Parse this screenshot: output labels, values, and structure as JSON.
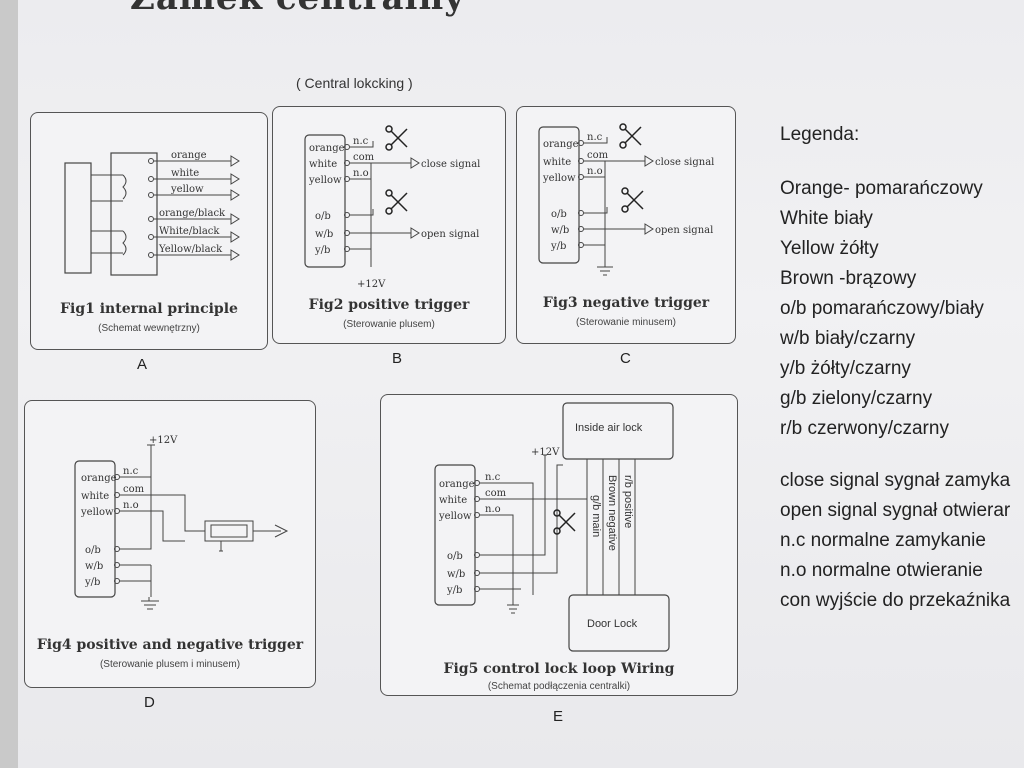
{
  "header": {
    "title": "Zamek centralny",
    "subtitle": "( Central lokcking )"
  },
  "wires": {
    "orange": "orange",
    "white": "white",
    "yellow": "yellow",
    "ob": "o/b",
    "wb": "w/b",
    "yb": "y/b",
    "orange_black": "orange/black",
    "white_black": "White/black",
    "yellow_black": "Yellow/black",
    "nc": "n.c",
    "com": "com",
    "no": "n.o",
    "plus12": "+12V",
    "close_signal": "close signal",
    "open_signal": "open signal"
  },
  "figures": [
    {
      "title": "Fig1 internal principle",
      "subtitle": "(Schemat wewnętrzny)",
      "letter": "A"
    },
    {
      "title": "Fig2 positive trigger",
      "subtitle": "(Sterowanie plusem)",
      "letter": "B"
    },
    {
      "title": "Fig3 negative trigger",
      "subtitle": "(Sterowanie minusem)",
      "letter": "C"
    },
    {
      "title": "Fig4 positive and negative trigger",
      "subtitle": "(Sterowanie plusem i minusem)",
      "letter": "D"
    },
    {
      "title": "Fig5 control lock loop Wiring",
      "subtitle": "(Schemat podłączenia centralki)",
      "letter": "E"
    }
  ],
  "fig5": {
    "inside_air_lock": "Inside air lock",
    "door_lock": "Door Lock",
    "brown_negative": "Brown negative",
    "rb_positive": "r/b positive",
    "gb_main": "g/b main"
  },
  "legend": {
    "title": "Legenda:",
    "colors": [
      "Orange- pomarańczowy",
      "White  biały",
      "Yellow  żółty",
      "Brown -brązowy",
      "o/b  pomarańczowy/biały",
      "w/b  biały/czarny",
      "y/b  żółty/czarny",
      "g/b  zielony/czarny",
      "r/b  czerwony/czarny"
    ],
    "signals": [
      "close signal  sygnał zamyka",
      "open signal  sygnał otwierar",
      "n.c  normalne zamykanie",
      "n.o  normalne otwieranie",
      "con  wyjście do przekaźnika"
    ]
  }
}
